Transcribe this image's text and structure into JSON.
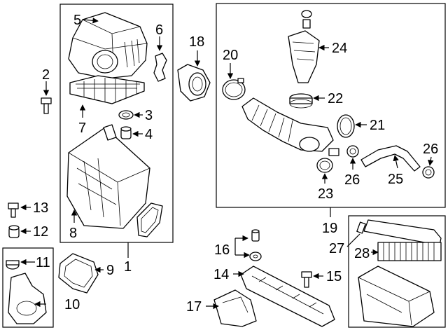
{
  "diagram": {
    "callouts": {
      "c1": "1",
      "c2": "2",
      "c3": "3",
      "c4": "4",
      "c5": "5",
      "c6": "6",
      "c7": "7",
      "c8": "8",
      "c9": "9",
      "c10": "10",
      "c11": "11",
      "c12": "12",
      "c13": "13",
      "c14": "14",
      "c15": "15",
      "c16": "16",
      "c17": "17",
      "c18": "18",
      "c19": "19",
      "c20": "20",
      "c21": "21",
      "c22": "22",
      "c23": "23",
      "c24": "24",
      "c25": "25",
      "c26a": "26",
      "c26b": "26",
      "c27": "27",
      "c28": "28"
    }
  }
}
